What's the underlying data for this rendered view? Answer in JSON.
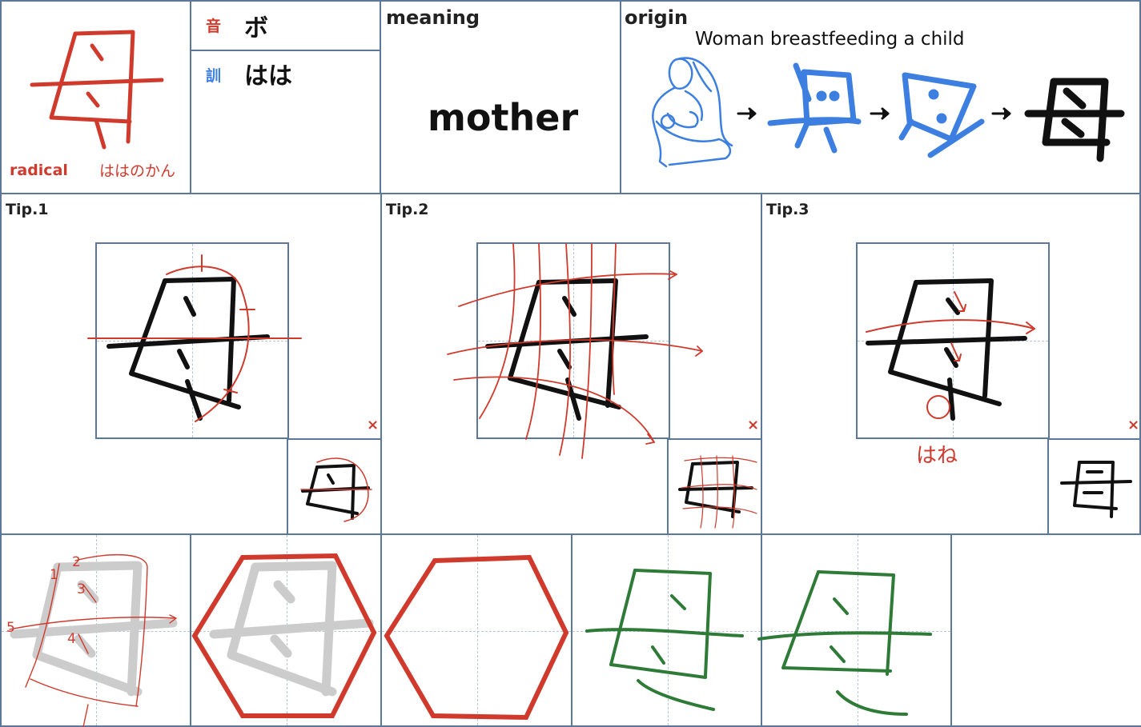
{
  "radical": {
    "label": "radical",
    "reading": "ははのかん"
  },
  "readings": {
    "on_tag": "音",
    "on_value": "ボ",
    "kun_tag": "訓",
    "kun_value": "はは"
  },
  "meaning": {
    "label": "meaning",
    "value": "mother"
  },
  "origin": {
    "label": "origin",
    "caption": "Woman breastfeeding a child"
  },
  "tips": [
    {
      "label": "Tip.1",
      "close": "×"
    },
    {
      "label": "Tip.2",
      "close": "×"
    },
    {
      "label": "Tip.3",
      "close": "×",
      "annotation": "はね"
    }
  ],
  "stroke_numbers": [
    "1",
    "2",
    "3",
    "4",
    "5"
  ],
  "colors": {
    "border": "#5b7799",
    "red": "#d03a2c",
    "blue": "#3c7fe0",
    "green": "#2e7a37",
    "gray": "#cccccc"
  },
  "icons": [
    "arrow-right-icon",
    "close-icon",
    "hexagon-icon"
  ]
}
